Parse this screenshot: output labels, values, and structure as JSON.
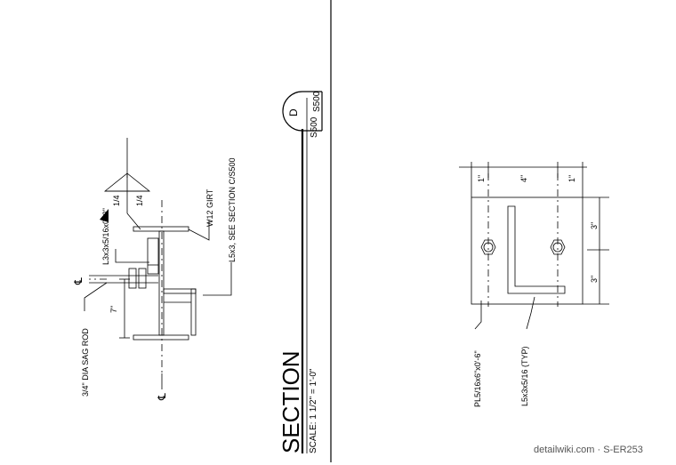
{
  "left_detail": {
    "title": "SECTION",
    "scale": "SCALE: 1 1/2\" = 1'-0\"",
    "callout": {
      "letter": "D",
      "sheet_top": "S500",
      "sheet_bottom": "S500"
    },
    "labels": {
      "angle": "L3x3x5/16x0'-3\"",
      "girt": "W12 GIRT",
      "l5x3": "L5x3, SEE SECTION C/S500",
      "sag_rod": "3/4\" DIA SAG ROD",
      "dim_7": "7\"",
      "weld_top": "1/4",
      "weld_bottom": "1/4",
      "centerline_1": "℄",
      "centerline_2": "℄"
    }
  },
  "right_detail": {
    "labels": {
      "plate": "PL5/16x6\"x0'-6\"",
      "angle_typ": "L5x3x5/16 (TYP)",
      "dim_1a": "1\"",
      "dim_4": "4\"",
      "dim_1b": "1\"",
      "dim_3a": "3\"",
      "dim_3b": "3\""
    }
  },
  "watermark": "detailwiki.com · S-ER253"
}
